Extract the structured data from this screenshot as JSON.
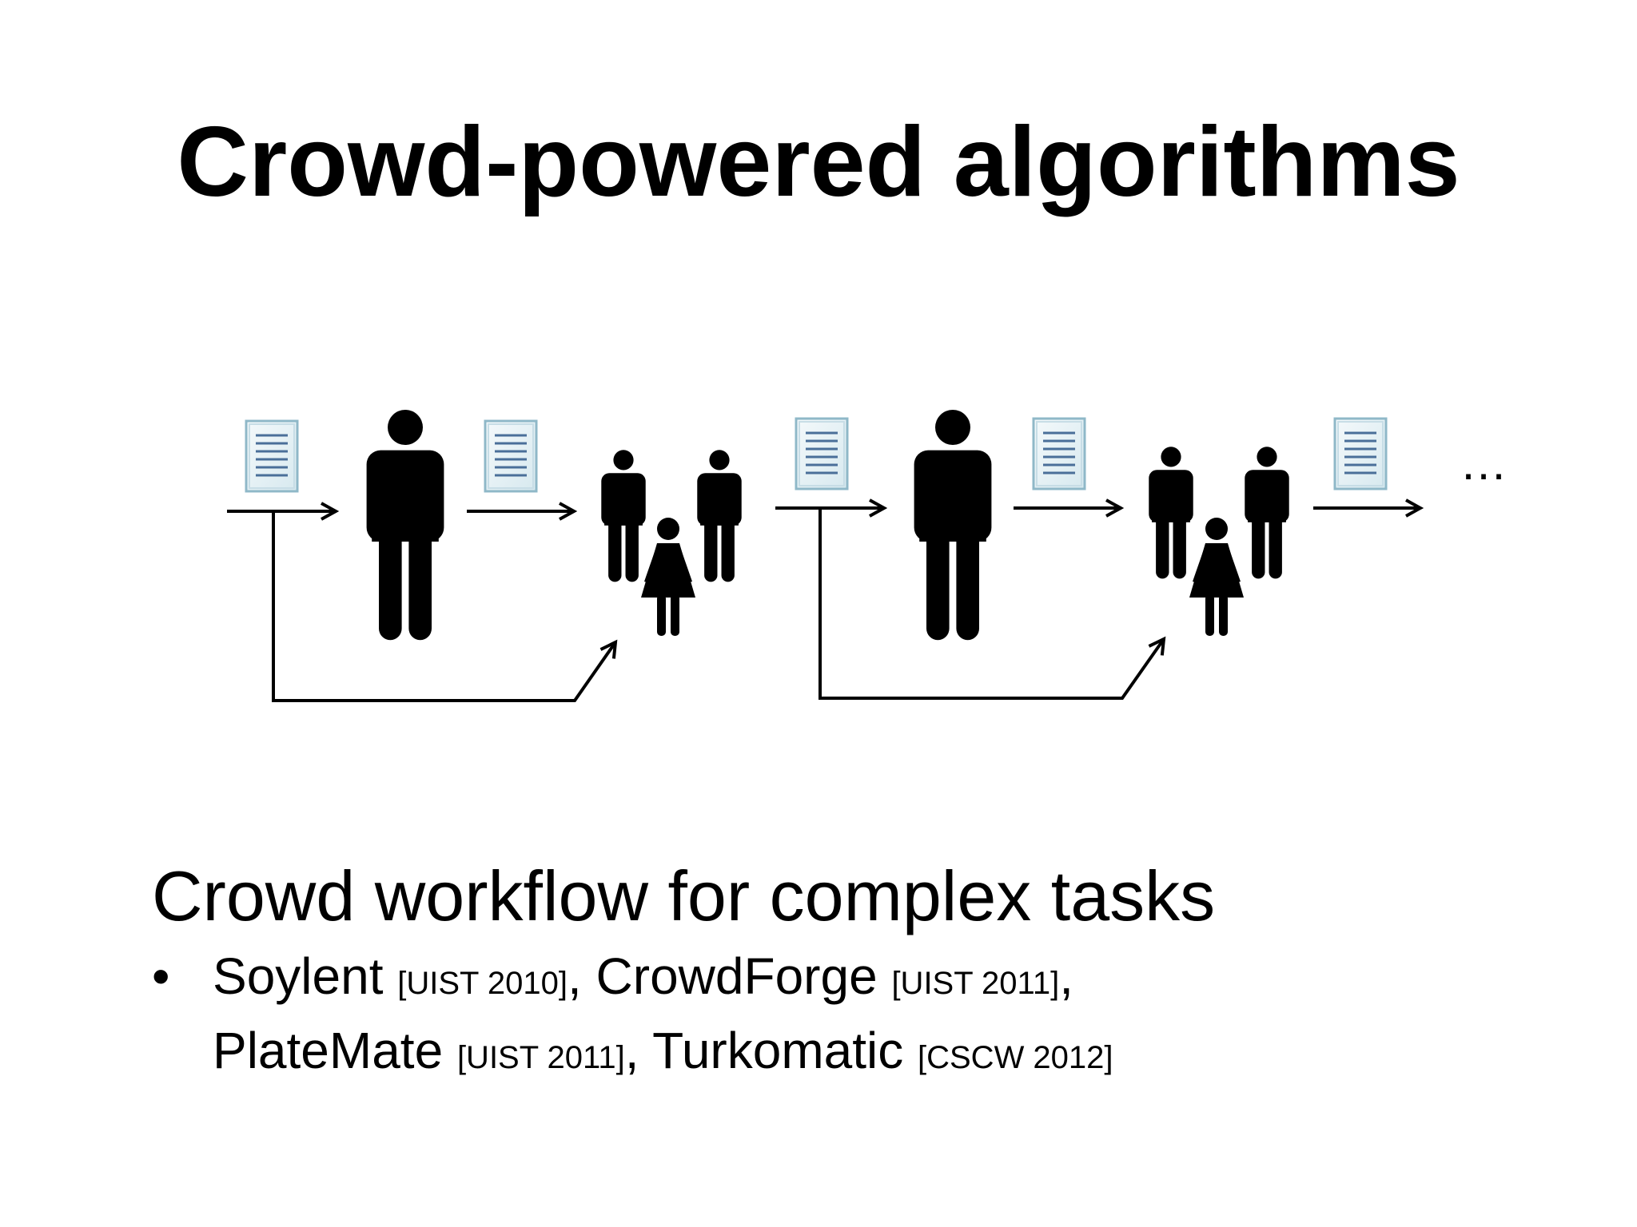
{
  "slide": {
    "title": "Crowd-powered algorithms"
  },
  "diagram": {
    "continuation": "…",
    "stages": 2
  },
  "body": {
    "heading": "Crowd workflow for complex tasks",
    "bullet_symbol": "•",
    "systems": [
      {
        "name": "Soylent",
        "venue": "[UIST 2010]",
        "separator": ", "
      },
      {
        "name": "CrowdForge",
        "venue": "[UIST 2011]",
        "separator": ","
      },
      {
        "name": "PlateMate",
        "venue": "[UIST 2011]",
        "separator": ", "
      },
      {
        "name": "Turkomatic",
        "venue": "[CSCW 2012]",
        "separator": ""
      }
    ]
  }
}
